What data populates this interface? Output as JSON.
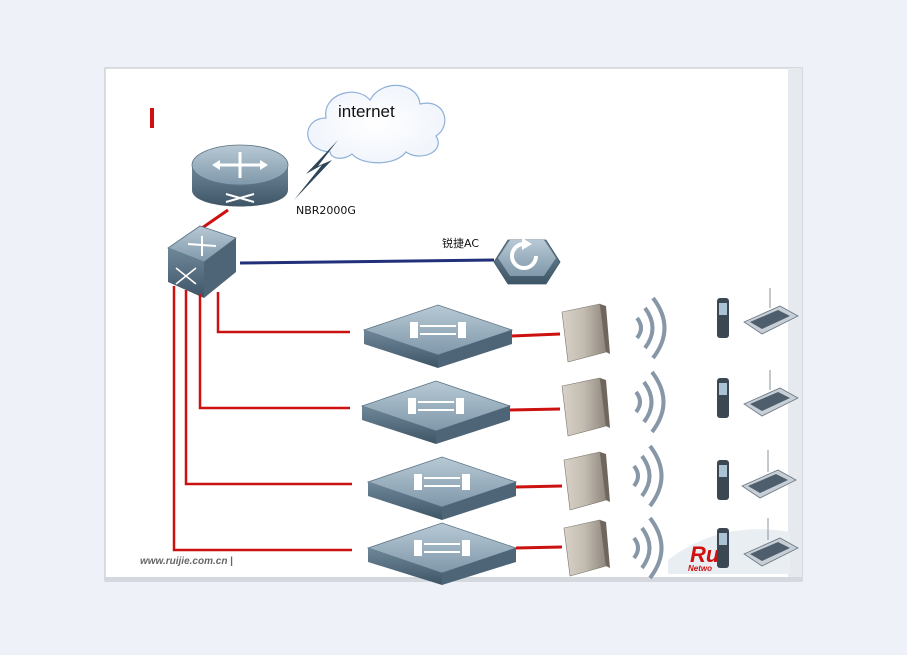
{
  "labels": {
    "cloud": "internet",
    "router": "NBR2000G",
    "ac": "锐捷AC",
    "footer_url": "www.ruijie.com.cn",
    "footer_sep": "|",
    "logo_main": "Rui",
    "logo_sub": "Netwo"
  },
  "diagram": {
    "access_rows": 4,
    "colors": {
      "uplink": "#cc1111",
      "ac_link": "#22307a",
      "device_top": "#8fa7b8",
      "device_side": "#5d7889"
    }
  }
}
